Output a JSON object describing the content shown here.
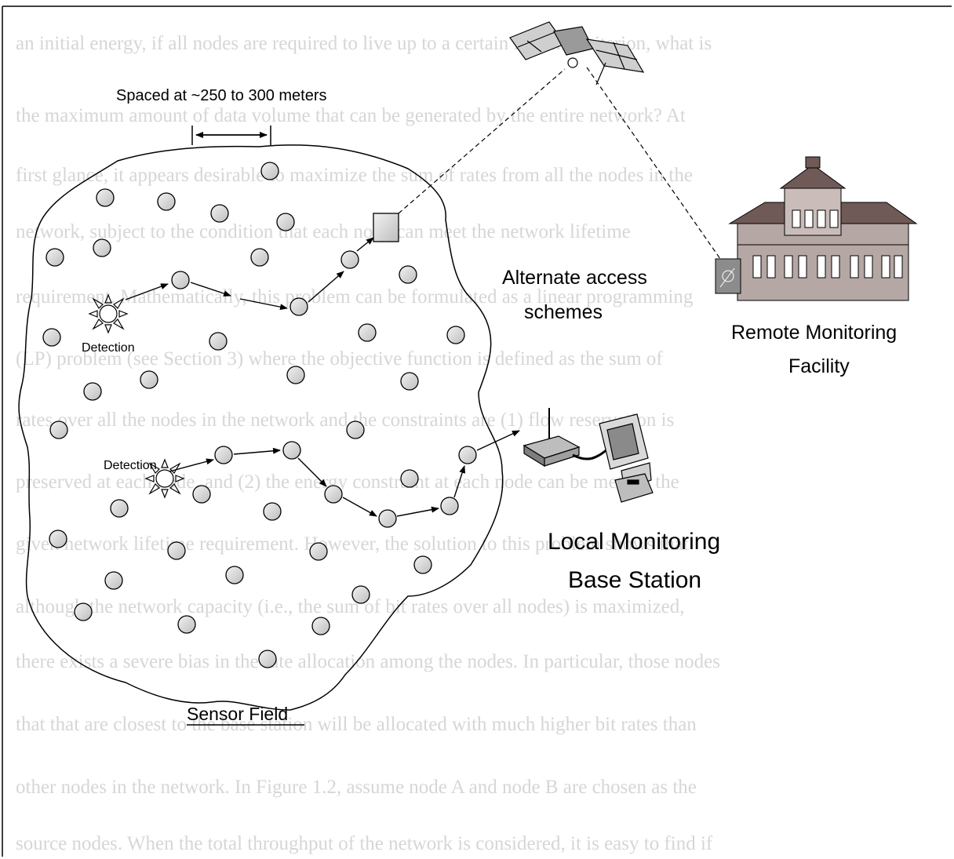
{
  "figure": {
    "spacing_label": "Spaced at ~250 to 300 meters",
    "alternate_label_line1": "Alternate access",
    "alternate_label_line2": "schemes",
    "remote_label_line1": "Remote Monitoring",
    "remote_label_line2": "Facility",
    "local_label_line1": "Local Monitoring",
    "local_label_line2": "Base Station",
    "sensor_field_label": "Sensor Field",
    "detection_label_1": "Detection",
    "detection_label_2": "Detection"
  },
  "background_text": [
    "an initial energy, if all nodes are required to live up to a certain lifetime criterion, what is",
    "the maximum amount of data volume that can be generated by the entire network? At",
    "first glance, it appears desirable to maximize the sum of rates from all the nodes in the",
    "network, subject to the condition that each node can meet the network lifetime",
    "requirement. Mathematically, this problem can be formulated as a linear programming",
    "(LP) problem (see Section 3) where the objective function is defined as the sum of",
    "rates over all the nodes in the network and the constraints are (1) flow reservation is",
    "preserved at each node, and (2) the energy constraint at each node can be met for the",
    "given network lifetime requirement. However, the solution to this problem shows that",
    "although the network capacity (i.e., the sum of bit rates over all nodes) is maximized,",
    "there exists a severe bias in the rate allocation among the nodes. In particular, those nodes",
    "that that are closest to the base station will be allocated with much higher bit rates than",
    "other nodes in the network. In Figure 1.2, assume node A and node B are chosen as the",
    "source nodes. When the total throughput of the network is considered, it is easy to find if"
  ]
}
